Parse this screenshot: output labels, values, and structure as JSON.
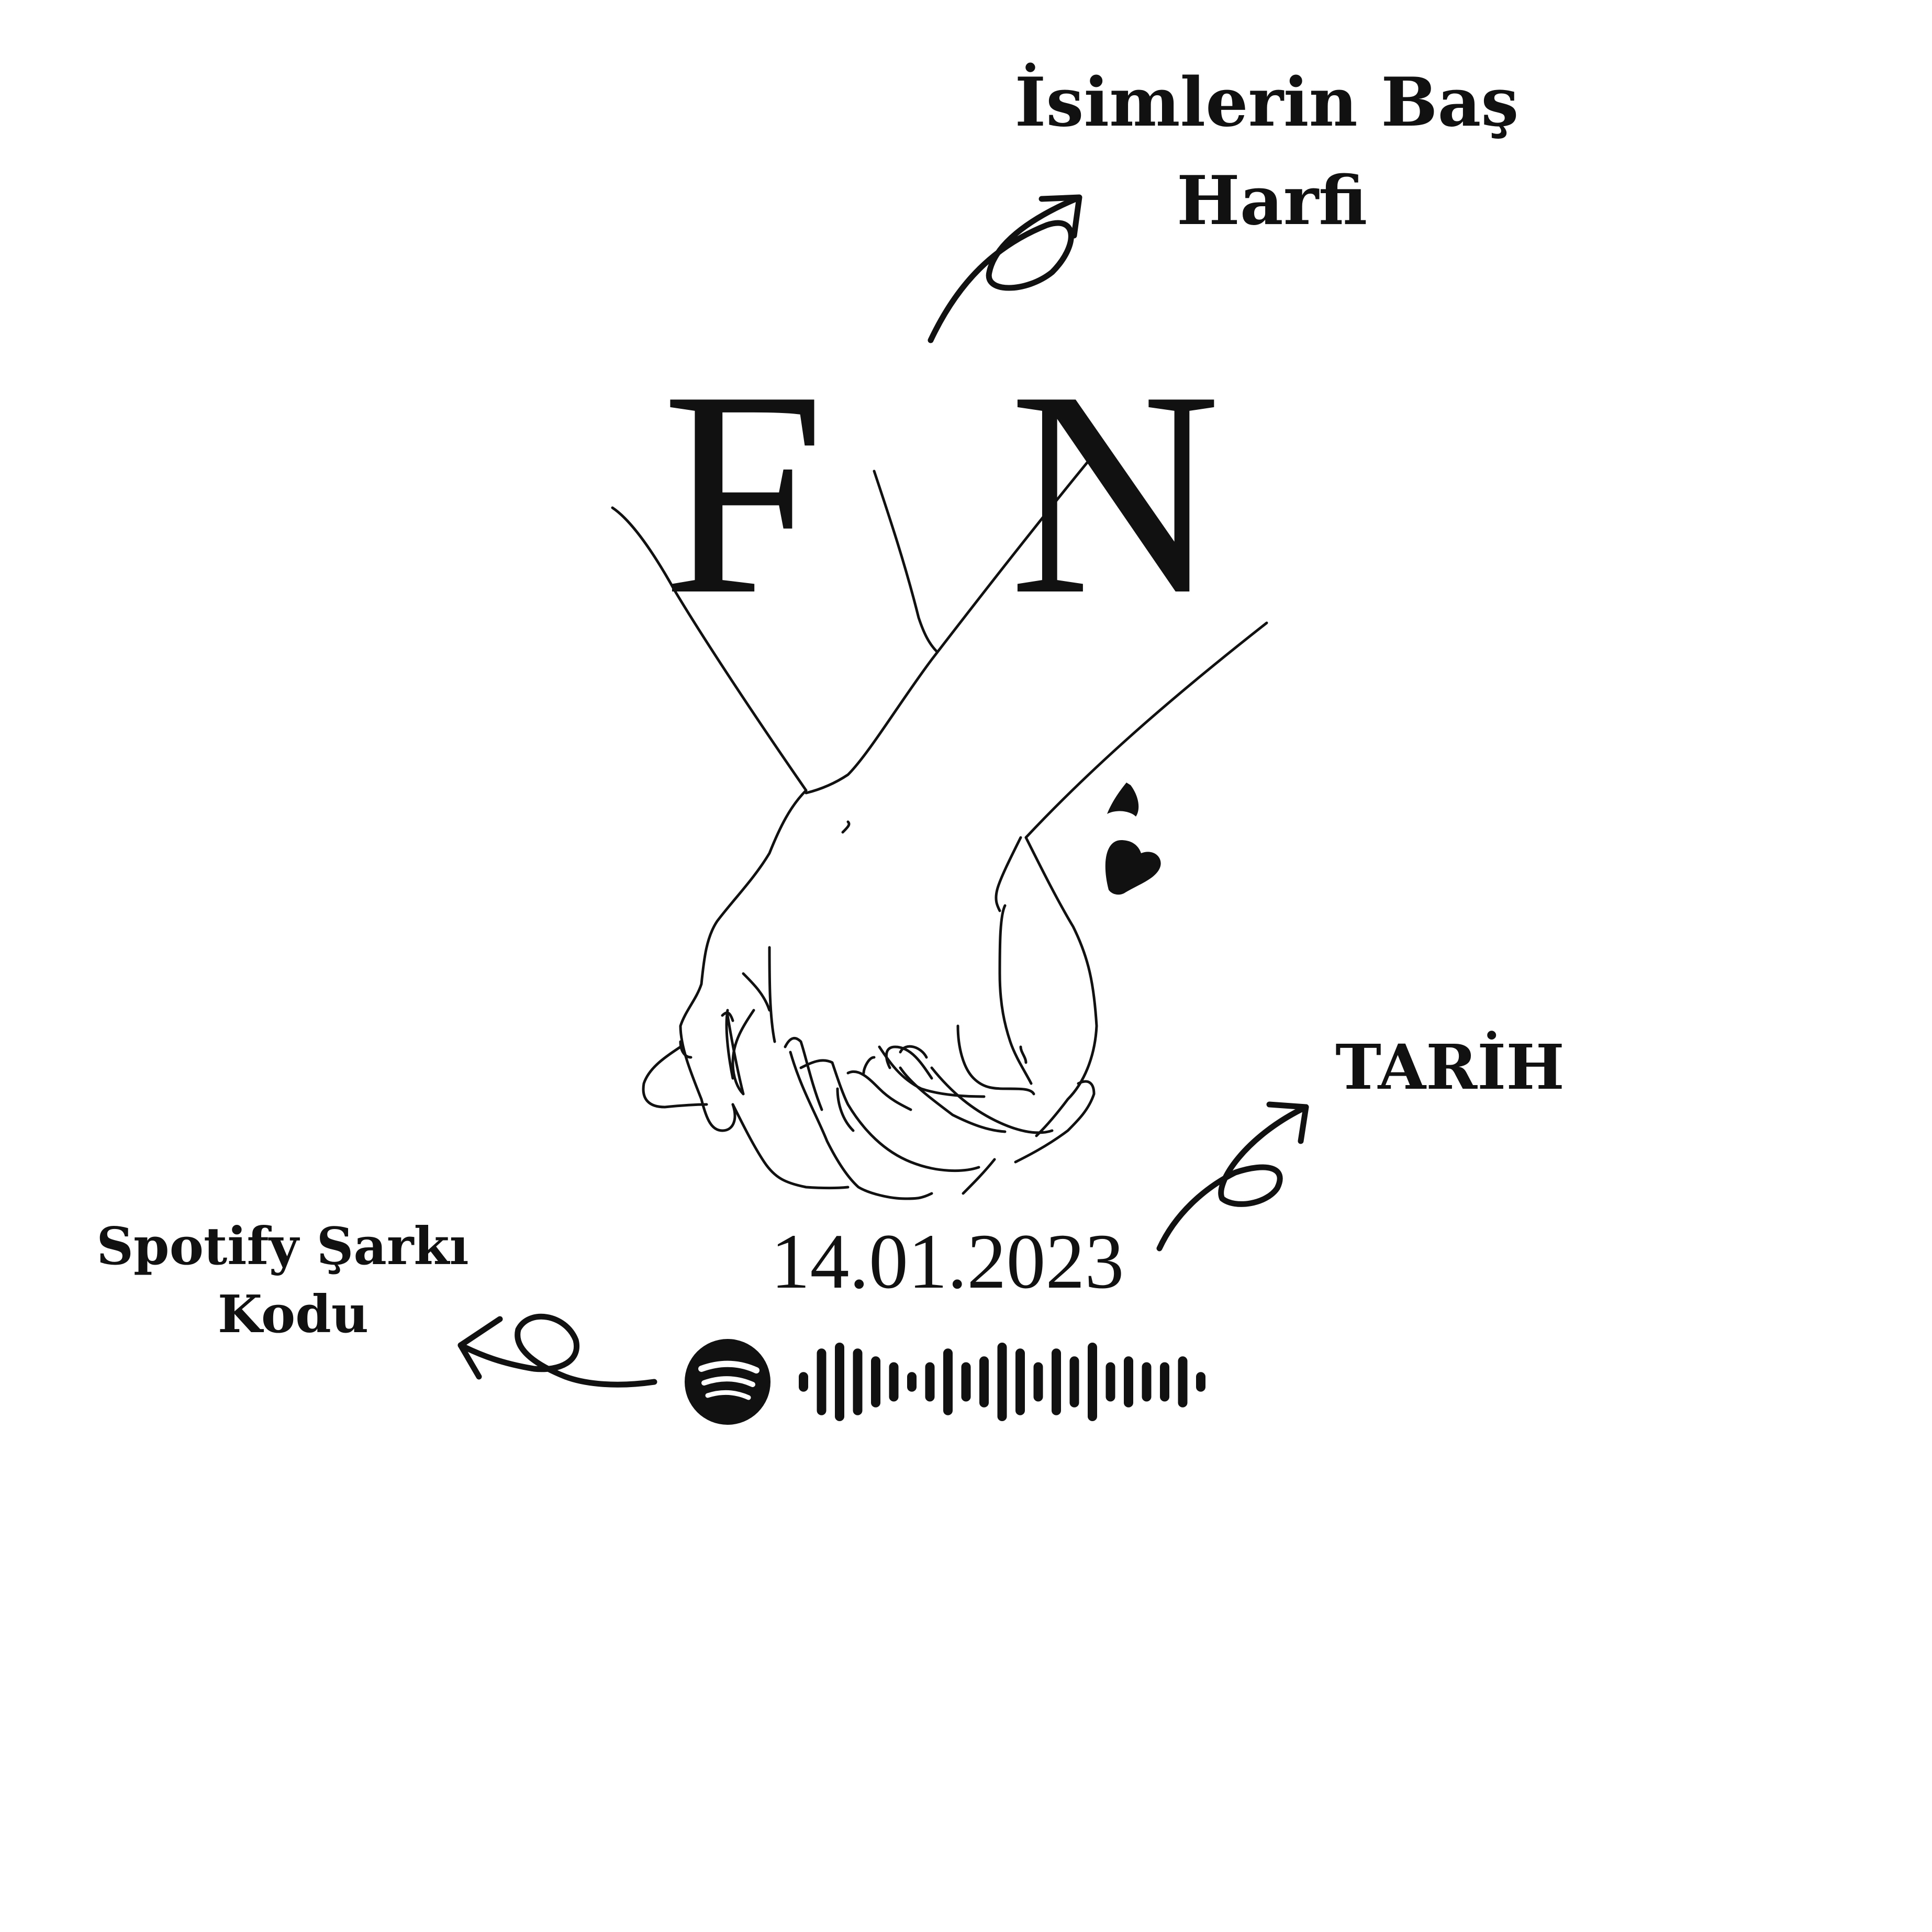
{
  "annotations": {
    "initials_line1": "İsimlerin Baş",
    "initials_line2": "Harfi",
    "date_label": "TARİH",
    "spotify_line1": "Spotify Şarkı",
    "spotify_line2": "Kodu"
  },
  "design": {
    "initial_left": "F",
    "initial_right": "N",
    "date": "14.01.2023",
    "spotify_icon": "spotify-logo-icon",
    "spotify_code_levels": [
      0.25,
      0.85,
      1.0,
      0.85,
      0.65,
      0.5,
      0.25,
      0.5,
      0.85,
      0.5,
      0.65,
      1.0,
      0.85,
      0.5,
      0.85,
      0.65,
      1.0,
      0.5,
      0.65,
      0.5,
      0.5,
      0.65,
      0.25
    ]
  },
  "colors": {
    "ink": "#111111",
    "background": "#ffffff"
  }
}
